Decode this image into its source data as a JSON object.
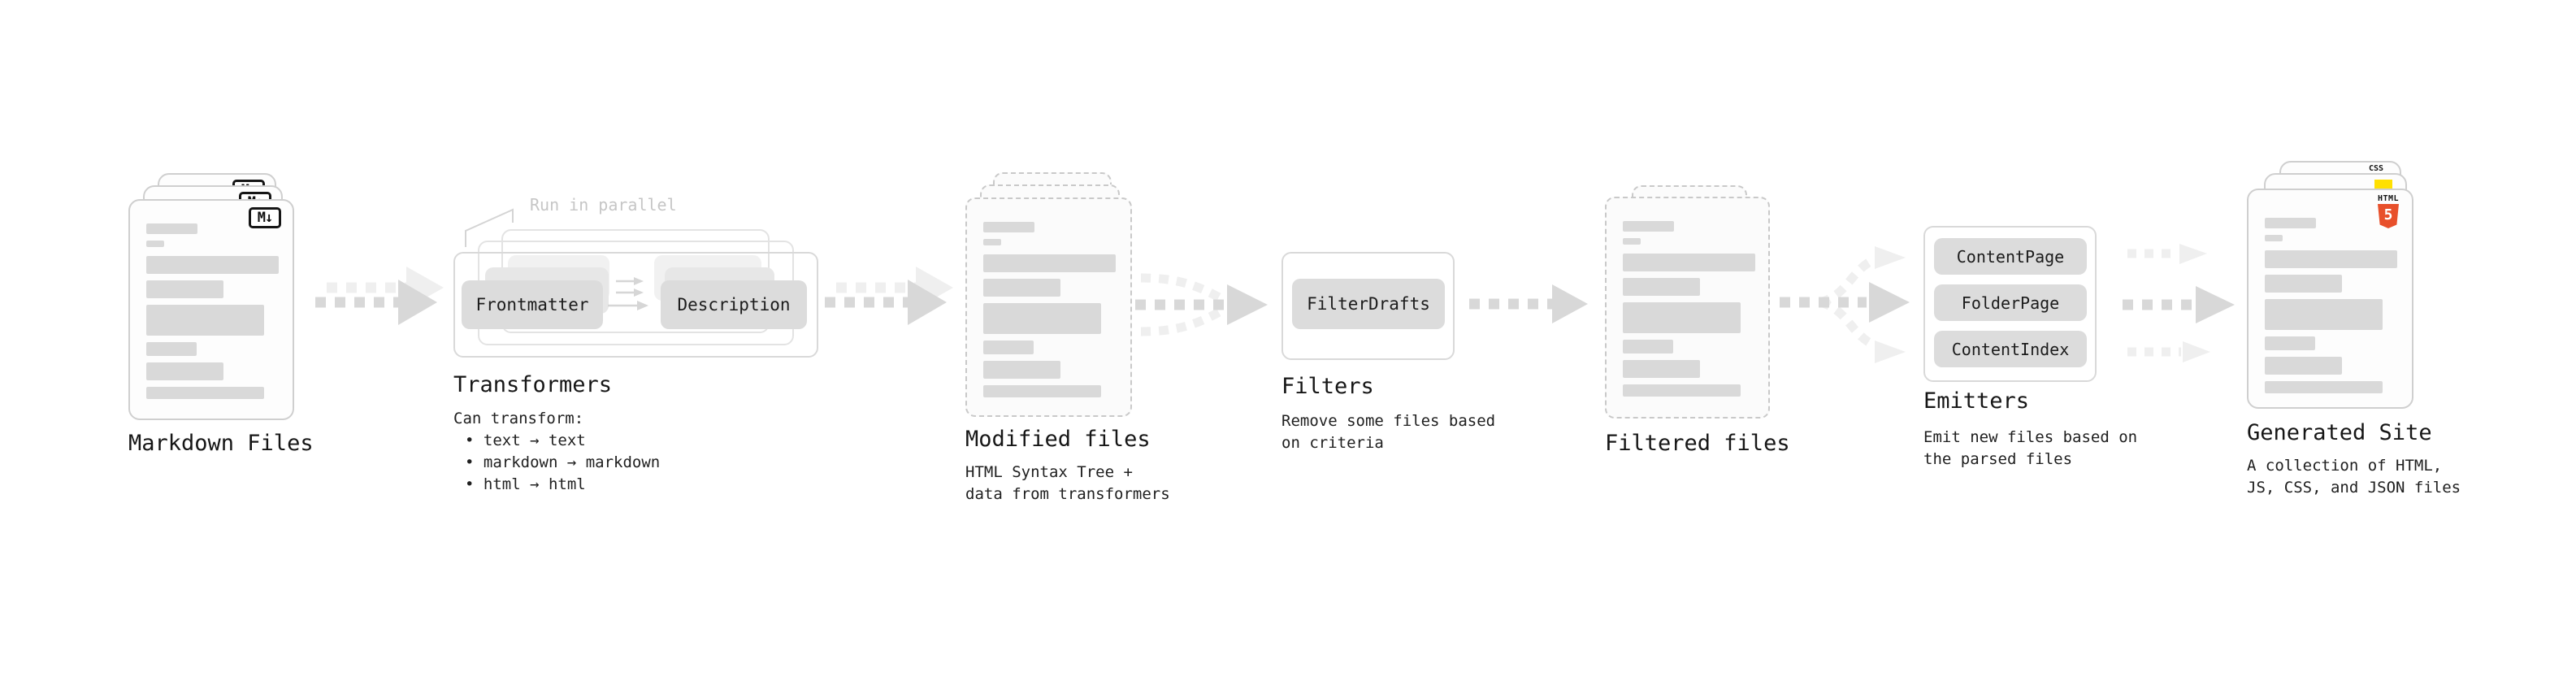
{
  "palette": {
    "arrow_dark": "#d8d8d8",
    "arrow_light": "#efefef",
    "bar_gray": "#d9d9d9",
    "pill_gray": "#dcdcdc",
    "text": "#1a1a1a",
    "muted_note": "#c6c6c6",
    "html5_orange": "#e8502b",
    "js_yellow": "#ffe001",
    "css_blue": "#2e6bf0"
  },
  "file_card": {
    "bars": [
      {
        "w": 63,
        "h": 13,
        "mt": 0
      },
      {
        "w": 22,
        "h": 8,
        "mt": 8
      },
      {
        "w": 163,
        "h": 22,
        "mt": 11
      },
      {
        "w": 95,
        "h": 22,
        "mt": 8
      },
      {
        "w": 145,
        "h": 38,
        "mt": 8
      },
      {
        "w": 62,
        "h": 17,
        "mt": 8
      },
      {
        "w": 95,
        "h": 22,
        "mt": 8
      },
      {
        "w": 145,
        "h": 15,
        "mt": 8
      }
    ]
  },
  "nodes": {
    "markdown_files": {
      "label": "Markdown Files",
      "badge": "M↓"
    },
    "transformers": {
      "label": "Transformers",
      "note": "Run in parallel",
      "pills": [
        "Frontmatter",
        "Description"
      ],
      "body_title": "Can transform:",
      "bullets": [
        "• text → text",
        "• markdown → markdown",
        "• html → html"
      ]
    },
    "modified_files": {
      "label": "Modified files",
      "subtitle": "HTML Syntax Tree +\ndata from transformers"
    },
    "filters": {
      "label": "Filters",
      "pills": [
        "FilterDrafts"
      ],
      "subtitle": "Remove some files based\non criteria"
    },
    "filtered_files": {
      "label": "Filtered files"
    },
    "emitters": {
      "label": "Emitters",
      "pills": [
        "ContentPage",
        "FolderPage",
        "ContentIndex"
      ],
      "subtitle": "Emit new files based on\nthe parsed files"
    },
    "generated_site": {
      "label": "Generated Site",
      "subtitle": "A collection of HTML,\nJS, CSS, and JSON files",
      "badges": {
        "css": "CSS",
        "html": "HTML",
        "html_number": "5"
      }
    }
  }
}
